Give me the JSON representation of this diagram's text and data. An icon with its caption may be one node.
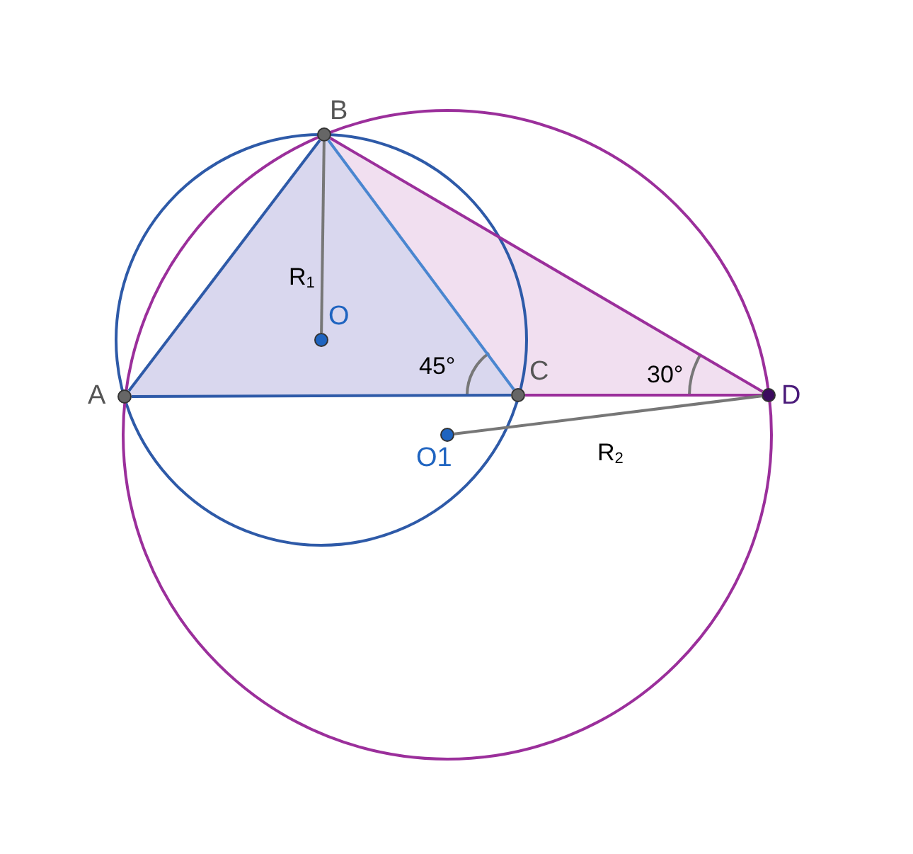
{
  "diagram": {
    "nodes": [
      {
        "text": [
          "A"
        ]
      },
      {
        "text": [
          "B"
        ]
      },
      {
        "text": [
          "C"
        ]
      },
      {
        "text": [
          "D"
        ]
      },
      {
        "text": [
          "O"
        ]
      },
      {
        "text": [
          "O1"
        ]
      }
    ],
    "edges": [
      {
        "from": 0,
        "to": 1,
        "arrow": "none"
      },
      {
        "from": 1,
        "to": 2,
        "arrow": "none",
        "color": "#4a86d0"
      },
      {
        "from": 0,
        "to": 2,
        "arrow": "none"
      },
      {
        "from": 2,
        "to": 3,
        "arrow": "none",
        "color": "#9b2f9b"
      },
      {
        "from": 1,
        "to": 3,
        "arrow": "none",
        "color": "#9b2f9b"
      },
      {
        "from": 1,
        "to": 4,
        "arrow": "none",
        "color": "#777777",
        "label": "R$_{1}$"
      },
      {
        "from": 5,
        "to": 3,
        "arrow": "none",
        "color": "#777777",
        "label": "R$_{2}$"
      }
    ],
    "labels": [
      "45°",
      "30°"
    ]
  }
}
